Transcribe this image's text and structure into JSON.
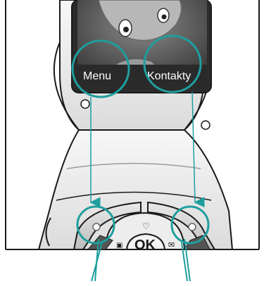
{
  "screen": {
    "left_softkey_label": "Menu",
    "right_softkey_label": "Kontakty"
  },
  "keypad": {
    "ok_label": "OK",
    "up_key_icon": "heart-icon",
    "right_bottom_icon": "envelope-icon",
    "left_bottom_icon": "camera-icon"
  },
  "colors": {
    "callout": "#1f9e9e",
    "phone_outline": "#1a1a1a",
    "phone_body": "#f2f2f2",
    "screen_frame": "#2b2b2b"
  }
}
